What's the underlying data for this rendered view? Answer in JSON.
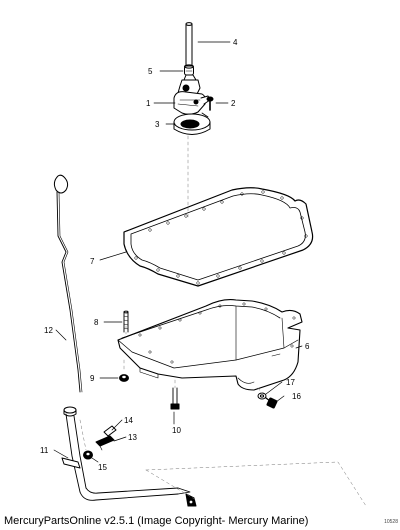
{
  "callouts": {
    "c1": "1",
    "c2": "2",
    "c3": "3",
    "c4": "4",
    "c5": "5",
    "c6": "6",
    "c7": "7",
    "c8": "8",
    "c9": "9",
    "c10": "10",
    "c11": "11",
    "c12": "12",
    "c13": "13",
    "c14": "14",
    "c15": "15",
    "c16": "16",
    "c17": "17"
  },
  "footer": {
    "text": "MercuryPartsOnline v2.5.1 (Image Copyright- Mercury Marine)",
    "ref": "10528"
  }
}
